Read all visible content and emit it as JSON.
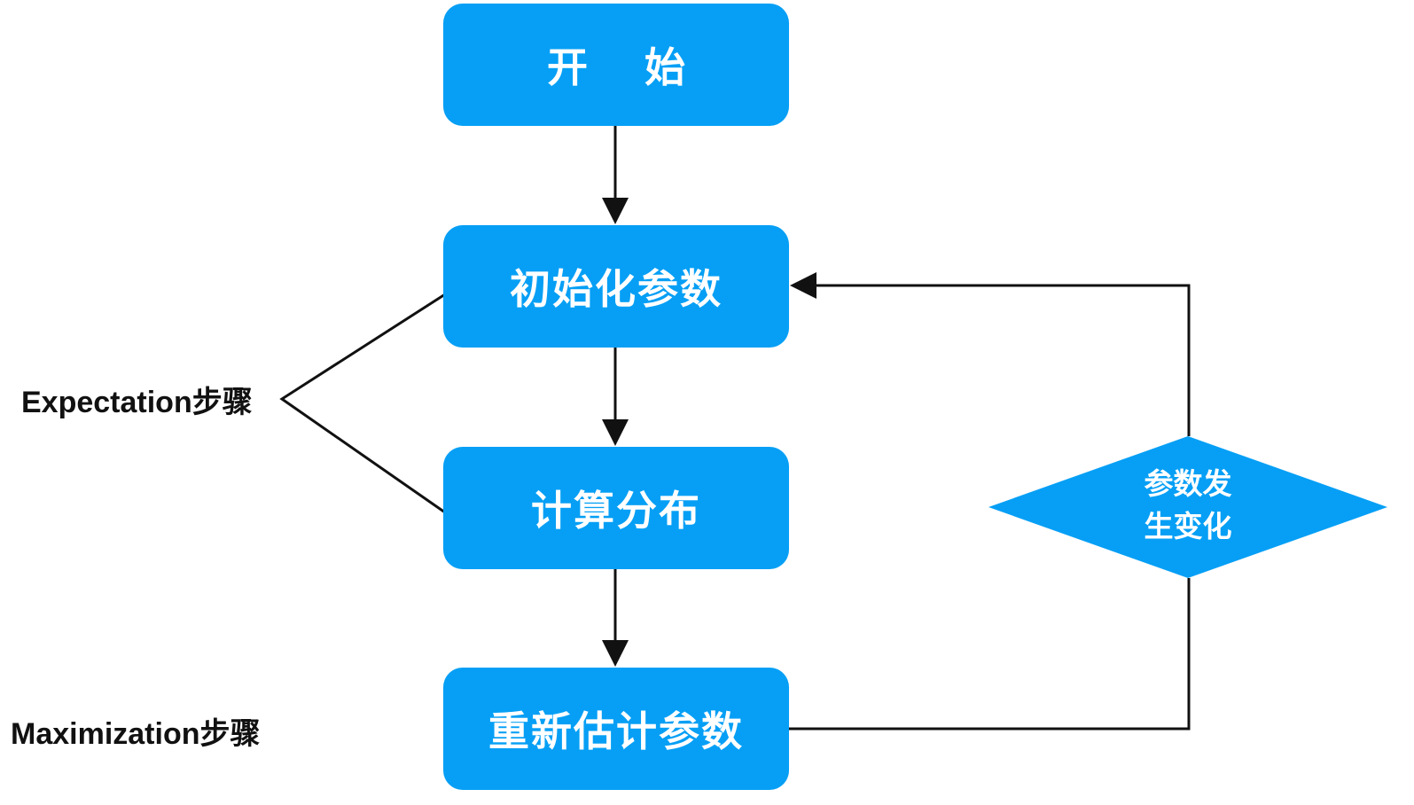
{
  "nodes": {
    "start": "开    始",
    "init": "初始化参数",
    "compute": "计算分布",
    "reestimate": "重新估计参数",
    "decision_line1": "参数发",
    "decision_line2": "生变化"
  },
  "labels": {
    "expectation": "Expectation步骤",
    "maximization": "Maximization步骤"
  },
  "colors": {
    "node_fill": "#069ff5",
    "node_text": "#ffffff",
    "line": "#111111"
  }
}
